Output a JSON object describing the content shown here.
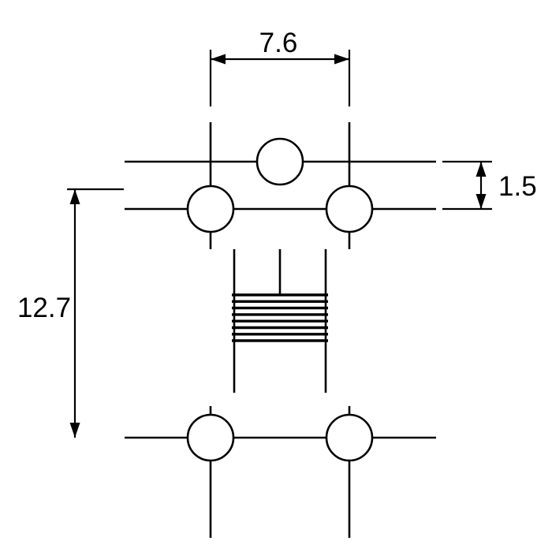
{
  "diagram": {
    "type": "mechanical-dimension-drawing",
    "colors": {
      "background": "#ffffff",
      "line": "#000000"
    },
    "labels": {
      "top_width": "7.6",
      "right_row_pitch": "1.5",
      "left_height": "12.7"
    }
  }
}
